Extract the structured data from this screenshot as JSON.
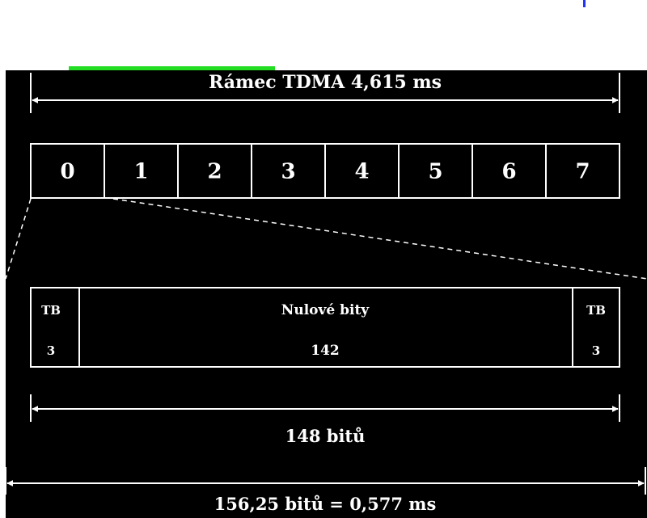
{
  "frame": {
    "title": "Rámec TDMA 4,615 ms",
    "slots": [
      "0",
      "1",
      "2",
      "3",
      "4",
      "5",
      "6",
      "7"
    ]
  },
  "burst": {
    "tail_left": {
      "label": "TB",
      "bits": "3"
    },
    "middle": {
      "label": "Nulové bity",
      "bits": "142"
    },
    "tail_right": {
      "label": "TB",
      "bits": "3"
    }
  },
  "burst_length_label": "148 bitů",
  "slot_length_label": "156,25 bitů = 0,577 ms",
  "colors": {
    "background": "#000000",
    "foreground": "#ffffff",
    "accent_bar": "#22dd22",
    "corner_mark": "#2233ff"
  }
}
